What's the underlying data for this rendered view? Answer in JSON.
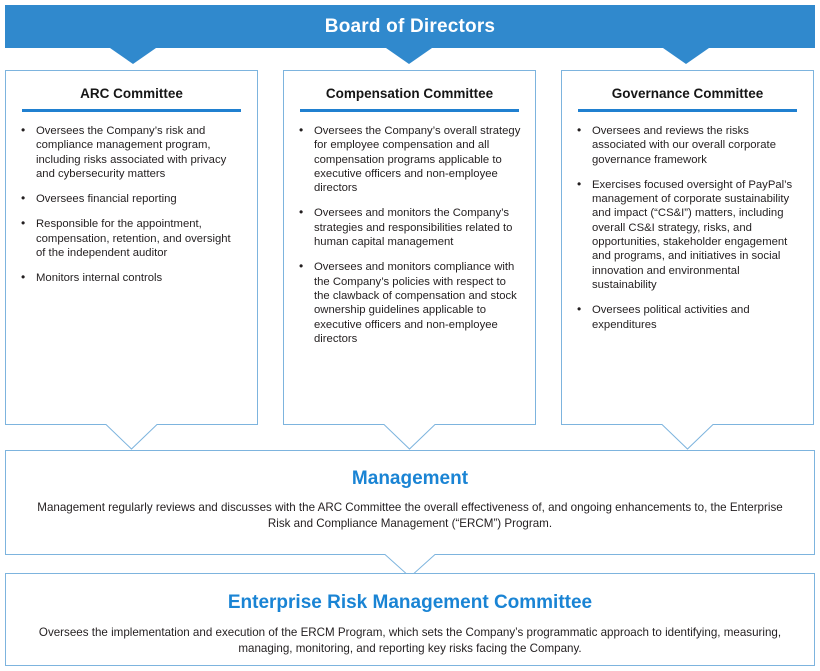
{
  "board": {
    "title": "Board of Directors"
  },
  "committees": [
    {
      "title": "ARC Committee",
      "bullets": [
        "Oversees the Company’s risk and compliance management program, including risks associated with privacy and cybersecurity matters",
        "Oversees financial reporting",
        "Responsible for the appointment, compensation, retention, and oversight of the independent auditor",
        "Monitors internal controls"
      ]
    },
    {
      "title": "Compensation Committee",
      "bullets": [
        "Oversees the Company’s overall strategy for employee compensation and all compensation programs applicable to executive officers and non-employee directors",
        "Oversees and monitors the Company’s strategies and responsibilities related to human capital management",
        "Oversees and monitors compliance with the Company’s policies with respect to the clawback of compensation and stock ownership guidelines applicable to executive officers and non-employee directors"
      ]
    },
    {
      "title": "Governance Committee",
      "bullets": [
        "Oversees and reviews the risks associated with our overall corporate governance framework",
        "Exercises focused oversight of PayPal’s management of corporate sustainability and impact (“CS&I”) matters, including overall CS&I strategy, risks, and opportunities, stakeholder engagement and programs, and initiatives in social innovation and environmental sustainability",
        "Oversees political activities and expenditures"
      ]
    }
  ],
  "management": {
    "title": "Management",
    "body": "Management regularly reviews and discusses with the ARC Committee the overall effectiveness of, and ongoing enhancements to, the Enterprise Risk and Compliance Management (“ERCM”) Program."
  },
  "erm": {
    "title": "Enterprise Risk Management Committee",
    "body": "Oversees the implementation and execution of the ERCM Program, which sets the Company’s programmatic approach to identifying, measuring, managing, monitoring, and reporting key risks facing the Company."
  },
  "colors": {
    "banner_blue": "#3089cd",
    "border_blue": "#7db4de",
    "rule_blue": "#2080d0",
    "heading_blue": "#1a84d4",
    "text_black": "#231f20"
  }
}
